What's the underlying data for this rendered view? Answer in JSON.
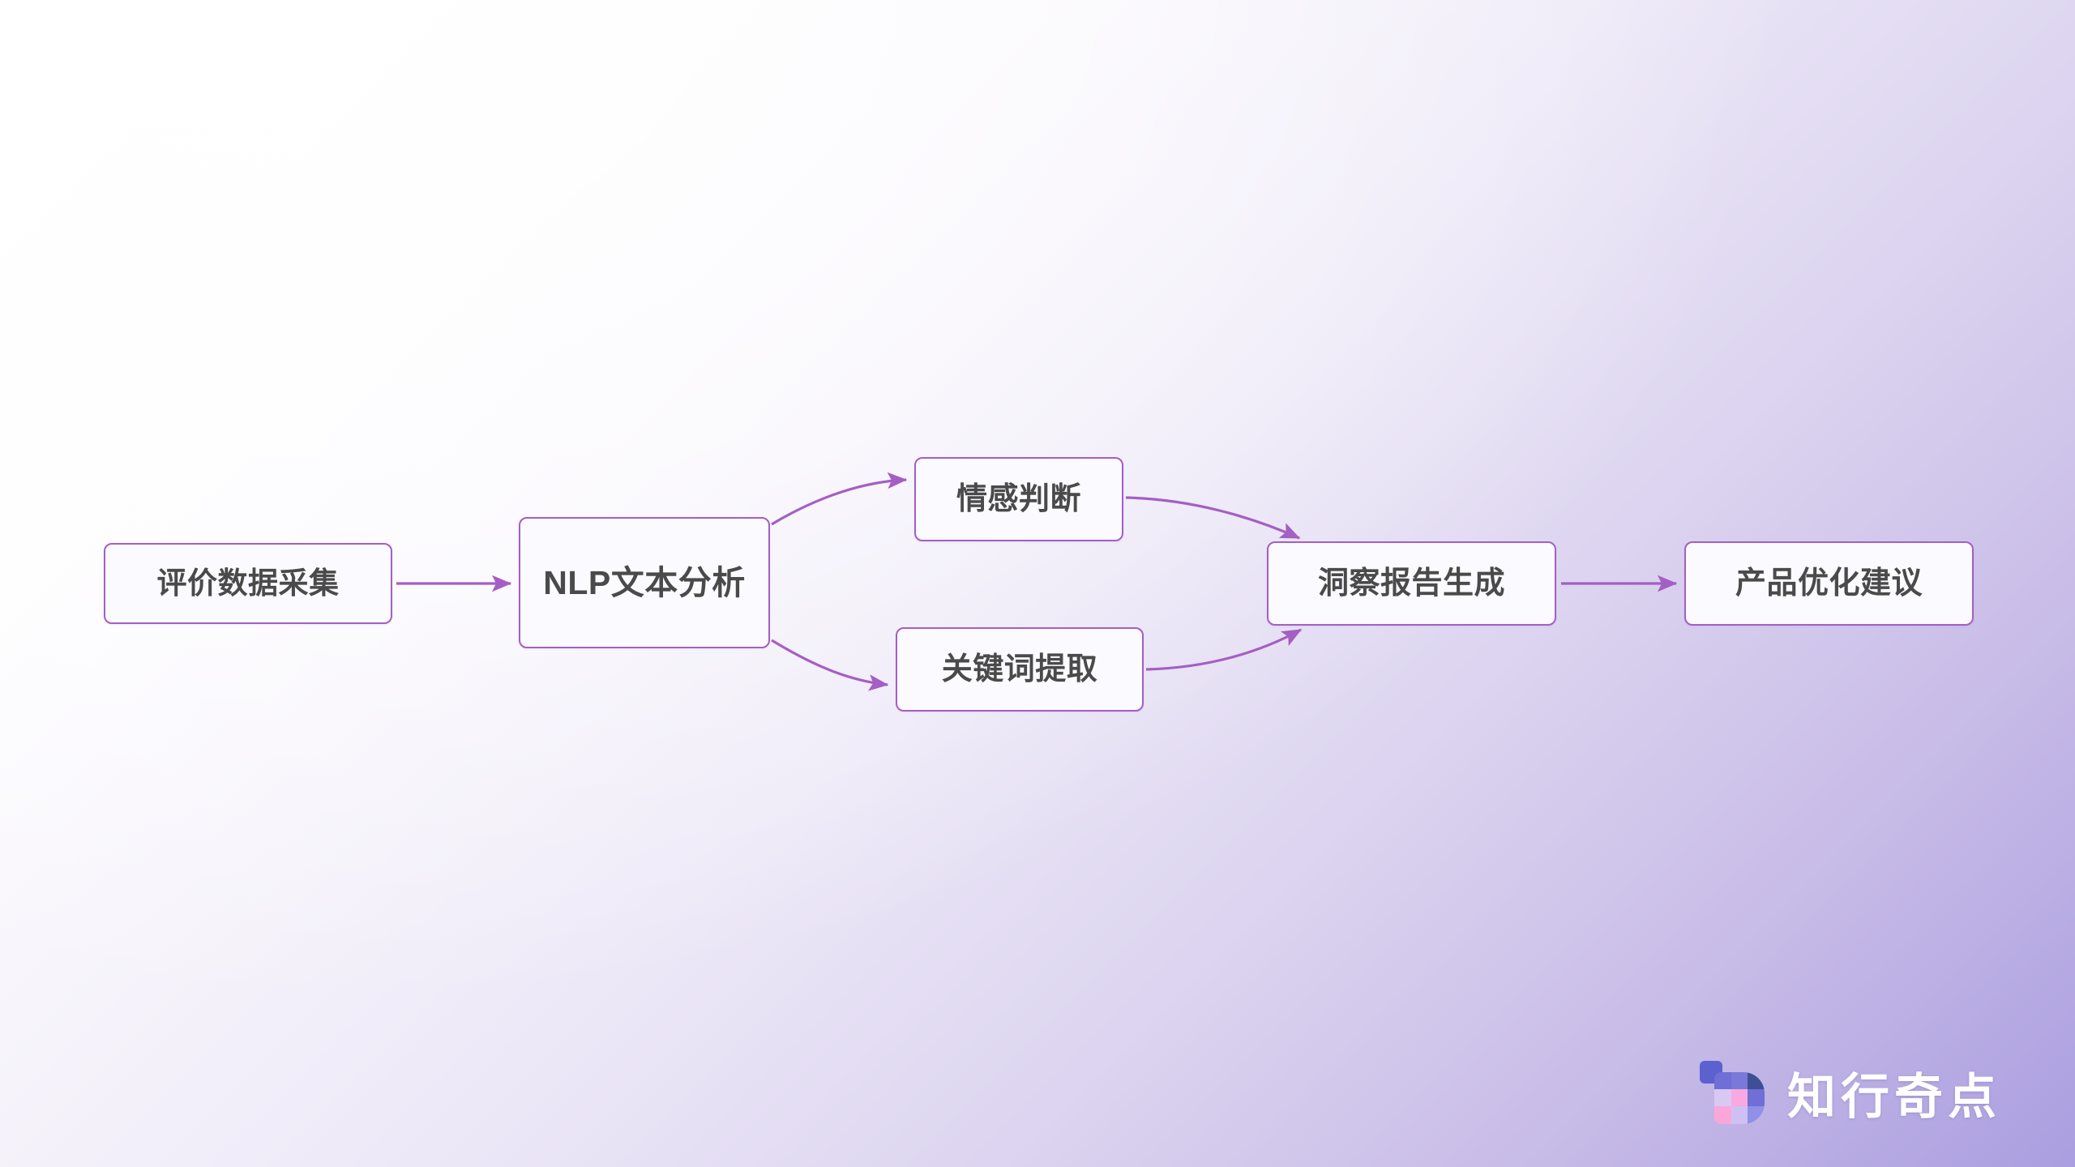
{
  "diagram": {
    "type": "flowchart",
    "direction": "left-to-right",
    "nodes": [
      {
        "id": "collect",
        "label": "评价数据采集"
      },
      {
        "id": "nlp",
        "label": "NLP文本分析"
      },
      {
        "id": "senti",
        "label": "情感判断"
      },
      {
        "id": "keyword",
        "label": "关键词提取"
      },
      {
        "id": "insight",
        "label": "洞察报告生成"
      },
      {
        "id": "advice",
        "label": "产品优化建议"
      }
    ],
    "edges": [
      {
        "from": "collect",
        "to": "nlp",
        "style": "straight",
        "arrow": true
      },
      {
        "from": "nlp",
        "to": "senti",
        "style": "curve-up",
        "arrow": true
      },
      {
        "from": "nlp",
        "to": "keyword",
        "style": "curve-down",
        "arrow": true
      },
      {
        "from": "senti",
        "to": "insight",
        "style": "curve-down",
        "arrow": true
      },
      {
        "from": "keyword",
        "to": "insight",
        "style": "curve-up",
        "arrow": true
      },
      {
        "from": "insight",
        "to": "advice",
        "style": "straight",
        "arrow": true
      }
    ]
  },
  "colors": {
    "node_border": "#a45fc4",
    "node_fill": "#fbfaff",
    "node_text": "#4a4a4a",
    "edge": "#a45fc4",
    "background_start": "#ffffff",
    "background_end": "#ab9ee0",
    "logo_text": "#ffffff"
  },
  "watermark": {
    "brand": "知行奇点",
    "icon": "logo-mark-icon"
  }
}
